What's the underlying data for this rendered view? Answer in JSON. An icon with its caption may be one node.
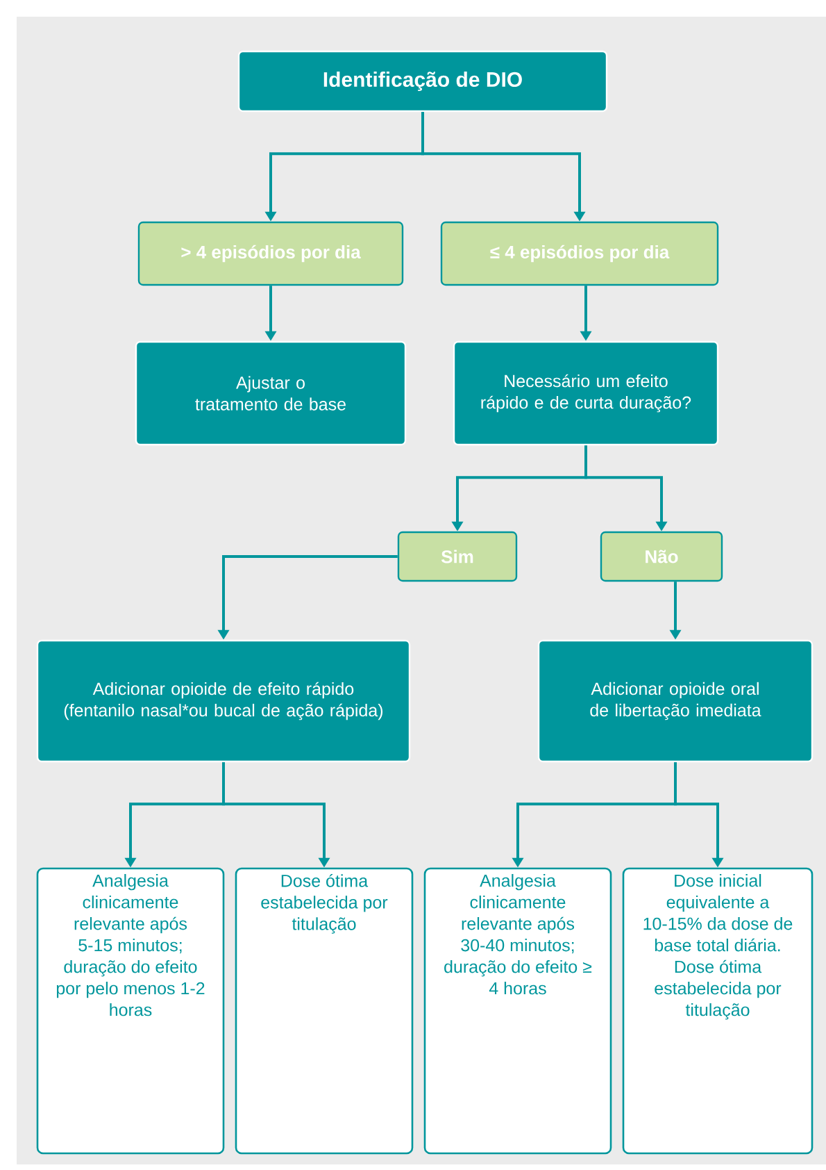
{
  "diagram": {
    "nodes": [
      {
        "text": [
          "Identificação de DIO"
        ]
      },
      {
        "text": [
          "> 4 episódios por dia"
        ]
      },
      {
        "text": [
          "≤ 4 episódios por dia"
        ]
      },
      {
        "text": [
          "Ajustar o tratamento de base"
        ]
      },
      {
        "text": [
          "Necessário um efeito rápido e de curta duração?"
        ]
      },
      {
        "text": [
          "Sim"
        ]
      },
      {
        "text": [
          "Não"
        ]
      },
      {
        "text": [
          "Adicionar opioide de efeito rápido (fentanilo nasal*ou bucal de ação rápida)"
        ]
      },
      {
        "text": [
          "Adicionar opioide oral de libertação imediata"
        ]
      },
      {
        "text": [
          "Analgesia clinicamente relevante após 5-15 minutos; duração do efeito por pelo menos 1-2 horas"
        ]
      },
      {
        "text": [
          "Dose ótima estabelecida por titulação"
        ]
      },
      {
        "text": [
          "Analgesia clinicamente relevante após 30-40 minutos; duração do efeito ≥ 4 horas"
        ]
      },
      {
        "text": [
          "Dose inicial equivalente a 10-15% da dose de base total diária. Dose ótima estabelecida por titulação"
        ]
      }
    ],
    "edges": [
      {
        "from": 0,
        "to": 1,
        "arrow": "to"
      },
      {
        "from": 0,
        "to": 2,
        "arrow": "to"
      },
      {
        "from": 1,
        "to": 3,
        "arrow": "to"
      },
      {
        "from": 2,
        "to": 4,
        "arrow": "to"
      },
      {
        "from": 4,
        "to": 5,
        "arrow": "to"
      },
      {
        "from": 4,
        "to": 6,
        "arrow": "to"
      },
      {
        "from": 5,
        "to": 7,
        "arrow": "to"
      },
      {
        "from": 6,
        "to": 8,
        "arrow": "to"
      },
      {
        "from": 7,
        "to": 9,
        "arrow": "to"
      },
      {
        "from": 7,
        "to": 10,
        "arrow": "to"
      },
      {
        "from": 8,
        "to": 11,
        "arrow": "to"
      },
      {
        "from": 8,
        "to": 12,
        "arrow": "to"
      }
    ]
  }
}
